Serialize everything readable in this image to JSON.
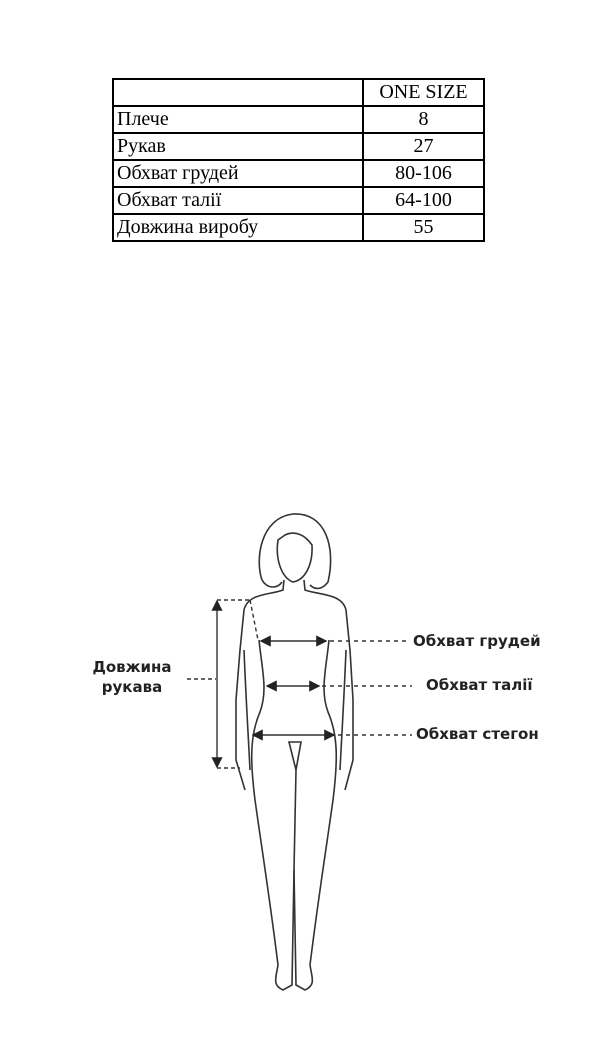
{
  "size_table": {
    "header": {
      "label": "",
      "size": "ONE SIZE"
    },
    "rows": [
      {
        "label": "Плече",
        "value": "8"
      },
      {
        "label": "Рукав",
        "value": "27"
      },
      {
        "label": "Обхват грудей",
        "value": "80-106"
      },
      {
        "label": "Обхват талії",
        "value": "64-100"
      },
      {
        "label": "Довжина виробу",
        "value": "55"
      }
    ]
  },
  "diagram": {
    "sleeve_length_line1": "Довжина",
    "sleeve_length_line2": "рукава",
    "chest": "Обхват грудей",
    "waist": "Обхват талії",
    "hips": "Обхват стегон"
  }
}
